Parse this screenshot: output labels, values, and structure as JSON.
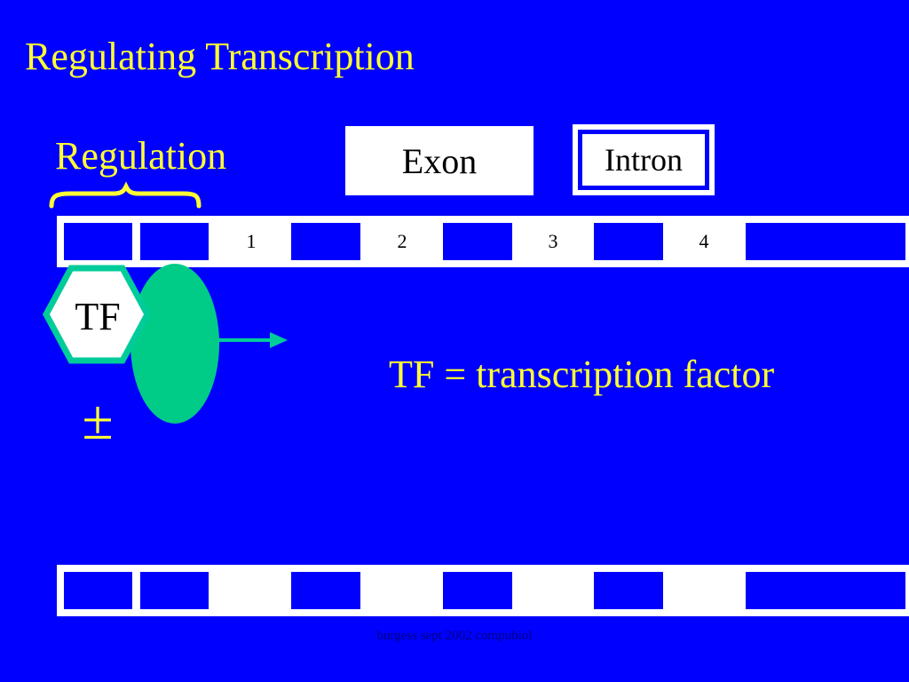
{
  "slide": {
    "title": "Regulating Transcription",
    "footer": "burgess sept 2002 compubiol"
  },
  "legend": {
    "exon_label": "Exon",
    "intron_label": "Intron"
  },
  "regulation_label": "Regulation",
  "gene_top": {
    "intron_numbers": [
      "1",
      "2",
      "3",
      "4"
    ]
  },
  "tf_label": "TF",
  "plus_minus_symbol": "±",
  "definition": "TF = transcription factor",
  "colors": {
    "background": "#0000ff",
    "title_text": "#ffff33",
    "intron": "#ffffff",
    "exon_block": "#0000ff",
    "protein": "#00cc88",
    "protein_outline": "#00cc99"
  }
}
